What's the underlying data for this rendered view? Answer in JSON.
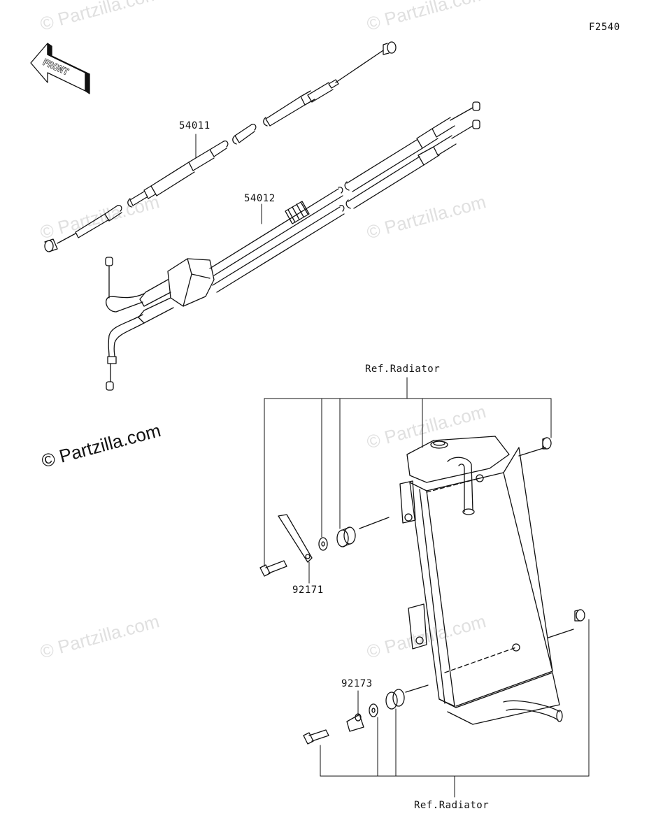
{
  "figure_code": "F2540",
  "front_label": "FRONT",
  "watermark": "© Partzilla.com",
  "parts": {
    "clutch_cable": "54011",
    "throttle_cable": "54012",
    "bracket_upper": "92171",
    "bracket_lower": "92173"
  },
  "references": {
    "top": "Ref.Radiator",
    "bottom": "Ref.Radiator"
  }
}
